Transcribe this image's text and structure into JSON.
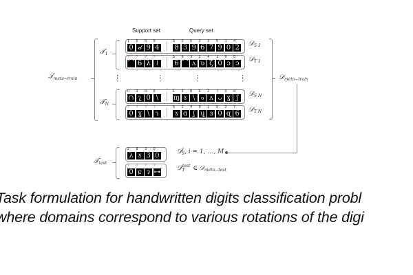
{
  "headers": {
    "support_set": "Support set",
    "query_set": "Query set"
  },
  "labels": {
    "T1": {
      "base": "𝒯",
      "sub": "1"
    },
    "TN": {
      "base": "𝒯",
      "sub": "N"
    },
    "T_meta_train": {
      "base": "𝒯",
      "sub": "meta−train"
    },
    "T_test": {
      "base": "𝒯",
      "sub": "test"
    },
    "D_S1": {
      "base": "𝒟",
      "sub": "S 1"
    },
    "D_T1": {
      "base": "𝒟",
      "sub": "T 1"
    },
    "D_SN": {
      "base": "𝒟",
      "sub": "S N"
    },
    "D_TN": {
      "base": "𝒟",
      "sub": "T N"
    },
    "D_meta_train": {
      "base": "𝒟",
      "sub": "meta−train"
    },
    "D_S_test": {
      "base": "𝒟",
      "sup": "i",
      "sub": "S",
      "rest": ", i = 1, …, M"
    },
    "D_T_test": {
      "base": "𝒟",
      "sup": "test",
      "sub": "T",
      "rest": " ∈ 𝒟",
      "rest_sub": "meta−test"
    }
  },
  "rows": {
    "S1": {
      "support_labels": [
        "1",
        "6",
        "5",
        "9"
      ],
      "support_digits": [
        "0",
        "𝒹",
        "9",
        "4"
      ],
      "query_labels": [
        "5",
        "0",
        "6",
        "2",
        "3",
        "9",
        "1",
        "4"
      ],
      "query_digits": [
        "8",
        "3",
        "9",
        "6",
        "7",
        "9",
        "0",
        "2"
      ]
    },
    "T1": {
      "support_labels": [
        "?",
        "?",
        "?",
        "?"
      ],
      "support_digits": [
        "⌒",
        "6",
        "λ",
        "ǀ"
      ],
      "query_labels": [
        "5",
        "6",
        "3",
        "2",
        "4",
        "1",
        "0",
        "0"
      ],
      "query_digits": [
        "6",
        "⌒",
        "ʌ",
        "ʋ",
        "ζ",
        "0",
        "ɔ",
        "ɔ"
      ]
    },
    "SN": {
      "support_labels": [
        "0",
        "3",
        "5",
        "8"
      ],
      "support_digits": [
        "∩",
        "ʅ",
        "0",
        "\\"
      ],
      "query_labels": [
        "1",
        "9",
        "8",
        "5",
        "2",
        "7",
        "0",
        "4"
      ],
      "query_digits": [
        "ɱ",
        "ɤ",
        "\\",
        "ℴ",
        "ʌ",
        "ᴗ",
        "ɣ",
        "ʃ"
      ]
    },
    "TN": {
      "support_labels": [
        "?",
        "?",
        "?",
        "?"
      ],
      "support_digits": [
        "0",
        "ɣ",
        "\\",
        "ɿ"
      ],
      "query_labels": [
        "6",
        "2",
        "4",
        "9",
        "1",
        "5",
        "2",
        "7"
      ],
      "query_digits": [
        "ɤ",
        "ɑ",
        "ʃ",
        "ɥ",
        "ɜ",
        "0",
        "ɋ",
        "6"
      ]
    },
    "test_S": {
      "support_labels": [
        "2",
        "8",
        "3",
        "0"
      ],
      "support_digits": [
        "λ",
        "ɤ",
        "3",
        "0"
      ]
    },
    "test_T": {
      "support_labels": [
        "?",
        "?",
        "?",
        "?"
      ],
      "support_digits": [
        "0",
        "ɕ",
        "ɂ",
        "⊶"
      ]
    }
  },
  "caption": {
    "line1": "Task formulation for handwritten digits classification probl",
    "line2": "where domains correspond to various rotations of the digi"
  }
}
